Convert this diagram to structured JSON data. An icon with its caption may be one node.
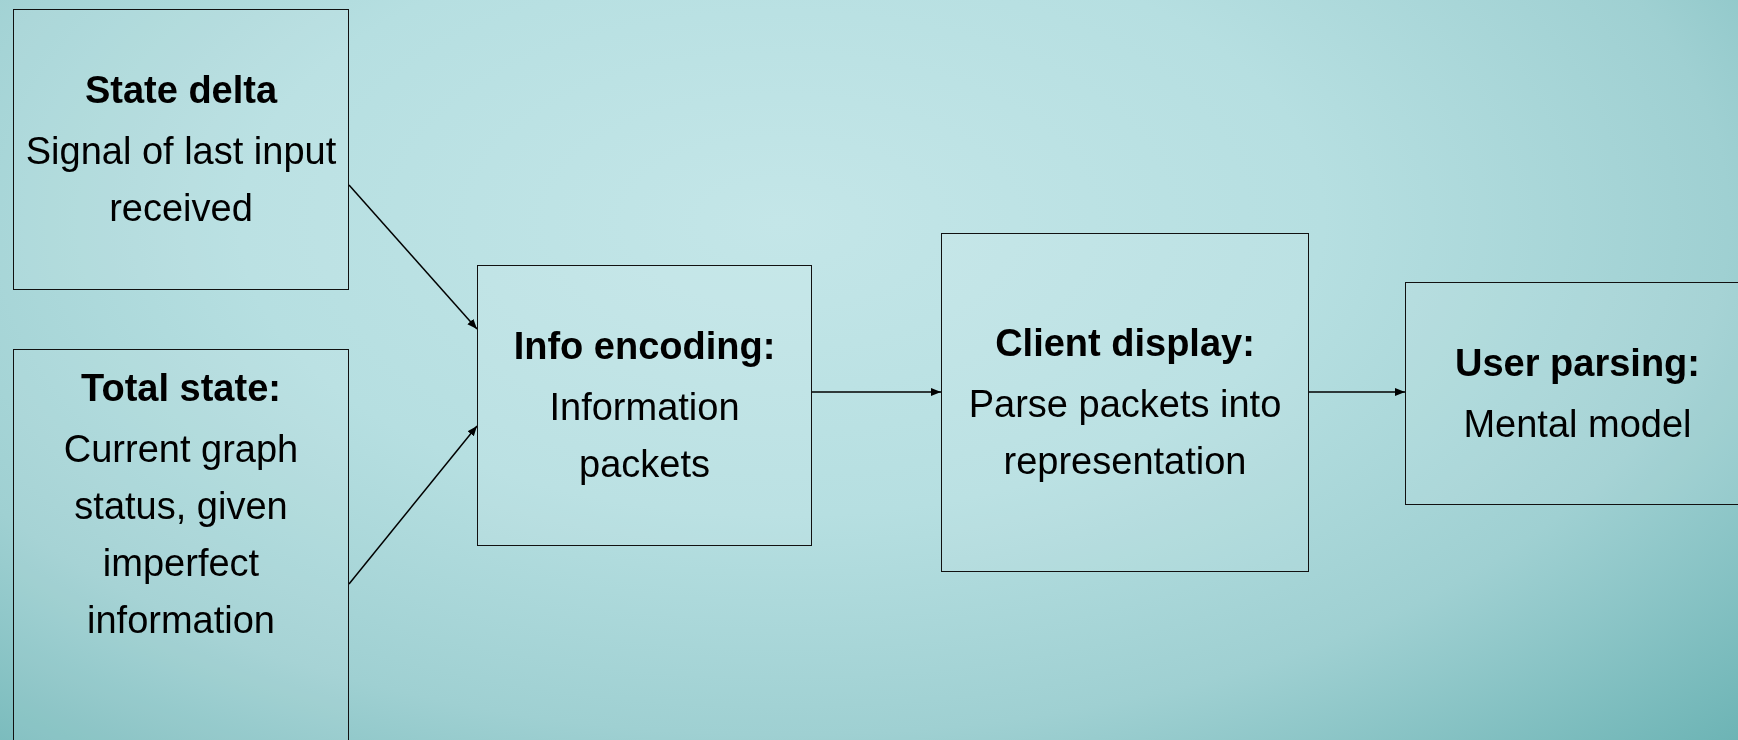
{
  "diagram": {
    "nodes": [
      {
        "text": [
          "State delta",
          "Signal of last input received"
        ]
      },
      {
        "text": [
          "Total state:",
          "Current graph status, given imperfect information"
        ]
      },
      {
        "text": [
          "Info encoding:",
          "Information packets"
        ]
      },
      {
        "text": [
          "Client display:",
          "Parse packets into representation"
        ]
      },
      {
        "text": [
          "User parsing:",
          "Mental model"
        ]
      }
    ],
    "edges": [
      {
        "from": 0,
        "to": 2,
        "arrow": "to"
      },
      {
        "from": 1,
        "to": 2,
        "arrow": "to"
      },
      {
        "from": 2,
        "to": 3,
        "arrow": "to"
      },
      {
        "from": 3,
        "to": 4,
        "arrow": "to"
      }
    ]
  }
}
